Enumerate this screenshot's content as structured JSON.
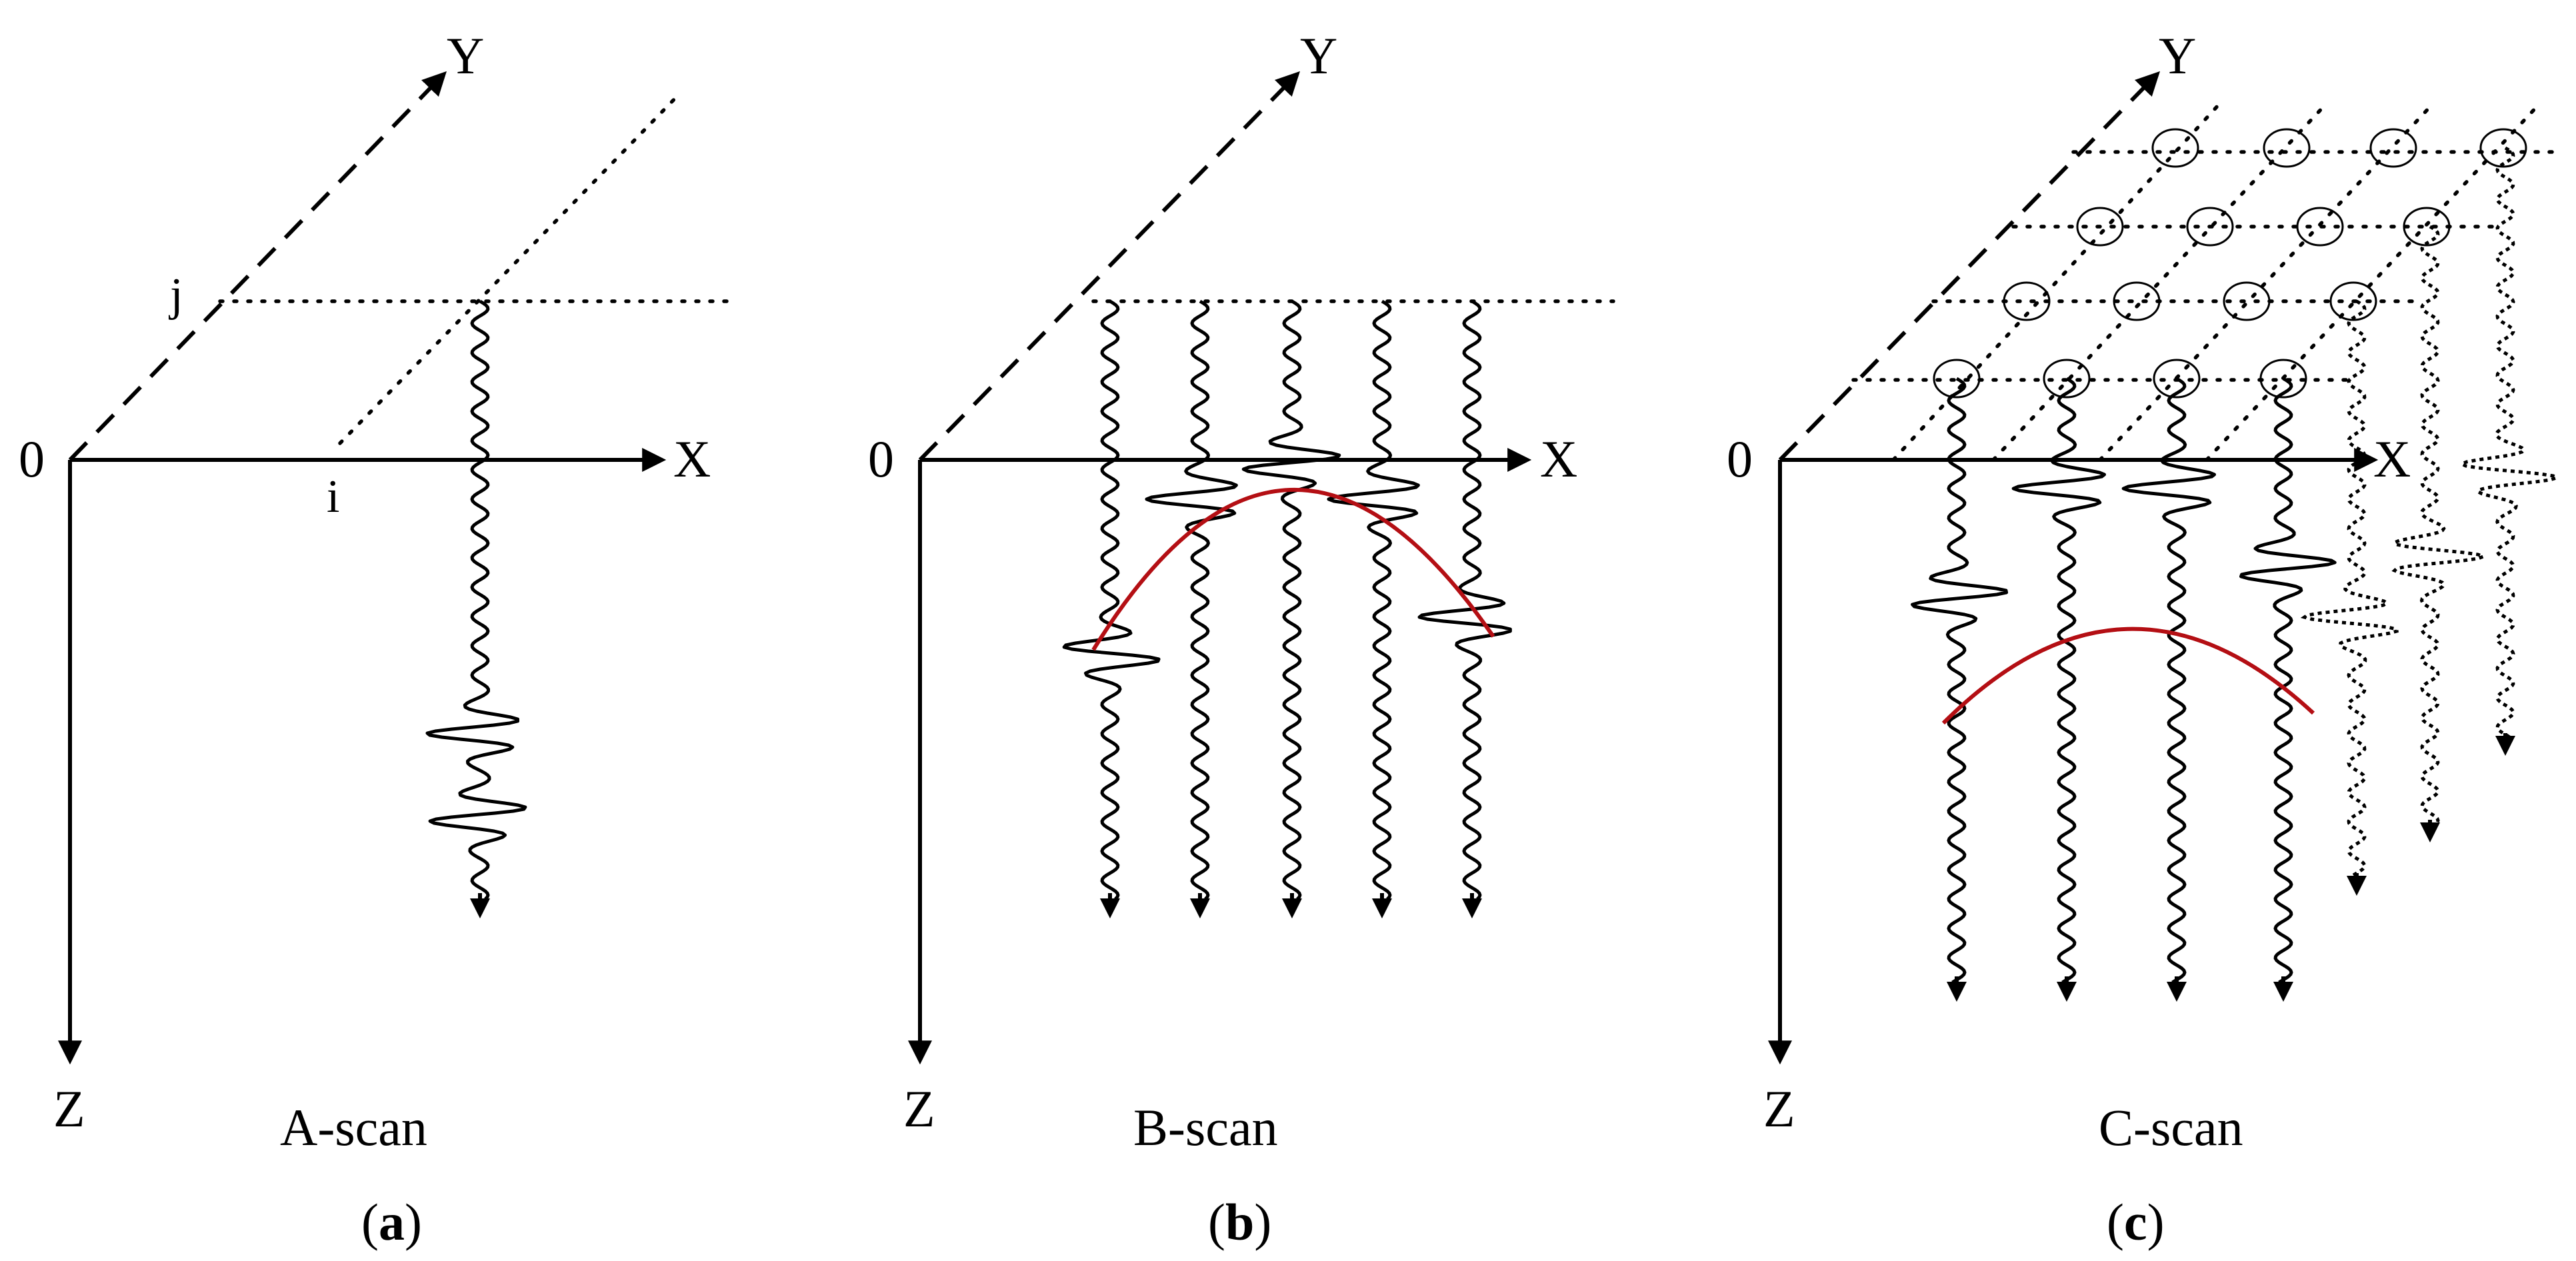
{
  "panels": [
    {
      "axes": {
        "origin": "0",
        "x": "X",
        "y": "Y",
        "z": "Z"
      },
      "grid_labels": {
        "i": "i",
        "j": "j"
      },
      "scan_label": "A-scan",
      "caption": {
        "open": "(",
        "letter": "a",
        "close": ")"
      }
    },
    {
      "axes": {
        "origin": "0",
        "x": "X",
        "y": "Y",
        "z": "Z"
      },
      "scan_label": "B-scan",
      "caption": {
        "open": "(",
        "letter": "b",
        "close": ")"
      }
    },
    {
      "axes": {
        "origin": "0",
        "x": "X",
        "y": "Y",
        "z": "Z"
      },
      "scan_label": "C-scan",
      "caption": {
        "open": "(",
        "letter": "c",
        "close": ")"
      }
    }
  ],
  "colors": {
    "ink": "#000000",
    "hyperbola": "#b40f14",
    "background": "#ffffff"
  }
}
